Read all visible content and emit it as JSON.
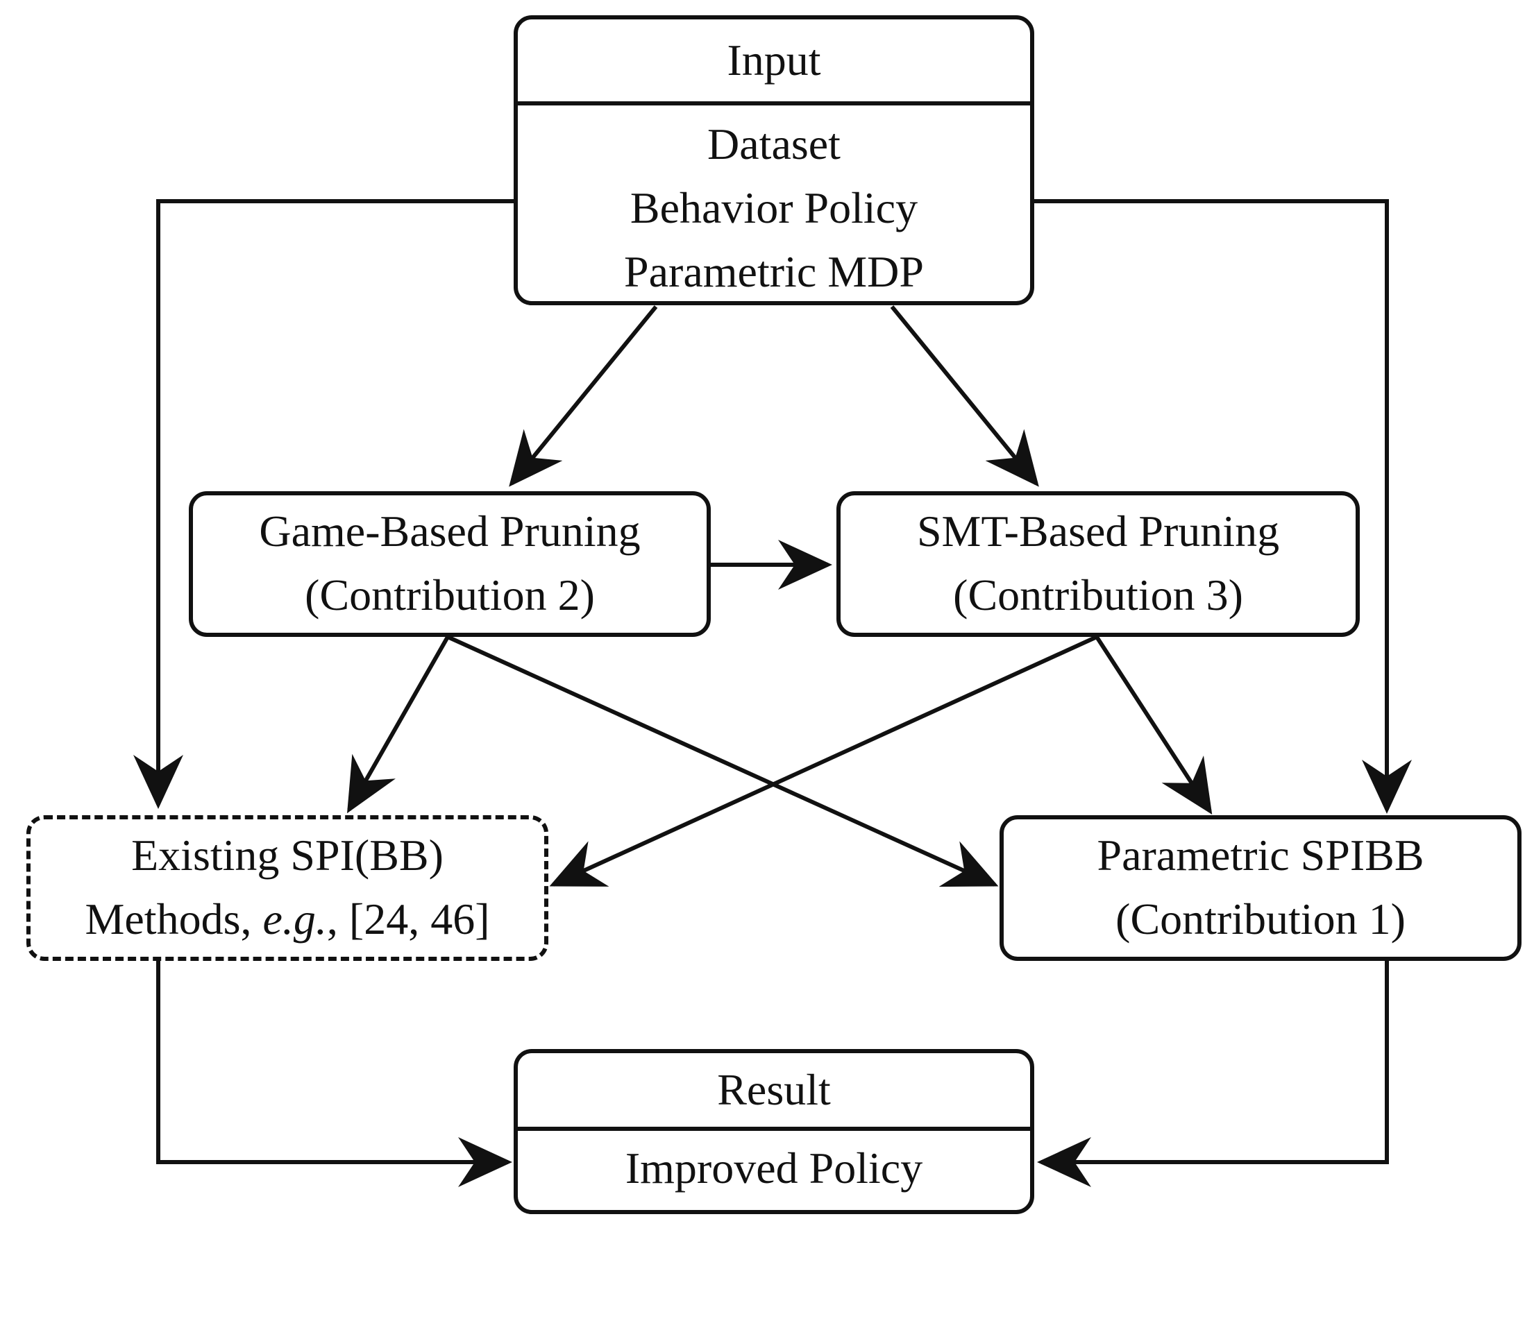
{
  "input_box": {
    "title": "Input",
    "items": [
      "Dataset",
      "Behavior Policy",
      "Parametric MDP"
    ]
  },
  "game_pruning_box": {
    "line1": "Game-Based Pruning",
    "line2": "(Contribution 2)"
  },
  "smt_pruning_box": {
    "line1": "SMT-Based Pruning",
    "line2": "(Contribution 3)"
  },
  "existing_spi_box": {
    "line1": "Existing SPI(BB)",
    "line2_prefix": "Methods, ",
    "line2_italic": "e.g.",
    "line2_suffix": ", [24, 46]"
  },
  "parametric_spibb_box": {
    "line1": "Parametric SPIBB",
    "line2": "(Contribution 1)"
  },
  "result_box": {
    "title": "Result",
    "content": "Improved Policy"
  },
  "colors": {
    "stroke": "#111111",
    "background": "#ffffff"
  }
}
